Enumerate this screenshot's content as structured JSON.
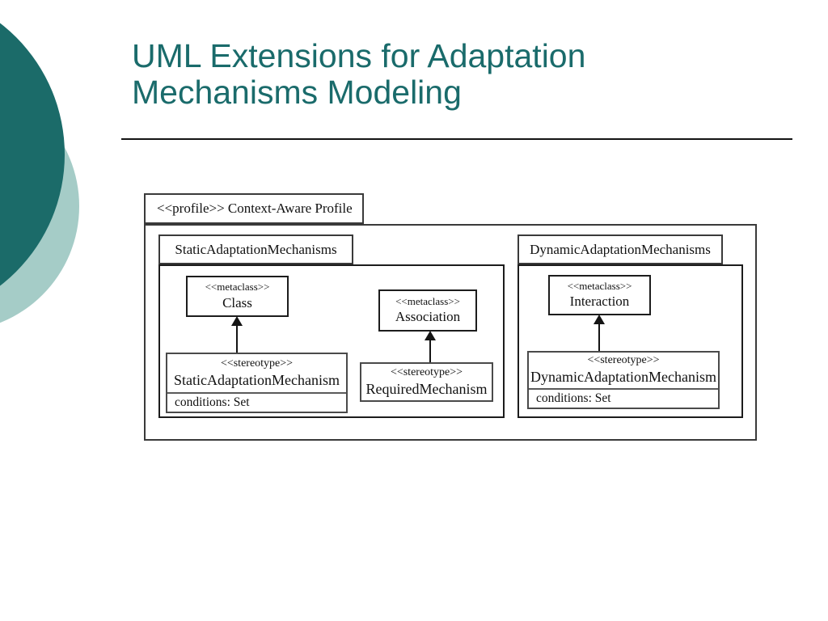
{
  "colors": {
    "accent_teal": "#1a6b6b",
    "circle_dark": "#1b6b69",
    "circle_light": "#a5ccc7",
    "line_color": "#141414"
  },
  "title": "UML Extensions for Adaptation Mechanisms Modeling",
  "diagram": {
    "profile": {
      "tab_label": "<<profile>> Context-Aware Profile"
    },
    "static_package": {
      "tab_label": "StaticAdaptationMechanisms",
      "class_box": {
        "keyword": "<<metaclass>>",
        "name": "Class"
      },
      "association_box": {
        "keyword": "<<metaclass>>",
        "name": "Association"
      },
      "static_mechanism_box": {
        "keyword": "<<stereotype>>",
        "name": "StaticAdaptationMechanism",
        "attributes": "conditions: Set"
      },
      "required_box": {
        "keyword": "<<stereotype>>",
        "name": "RequiredMechanism"
      }
    },
    "dynamic_package": {
      "tab_label": "DynamicAdaptationMechanisms",
      "interaction_box": {
        "keyword": "<<metaclass>>",
        "name": "Interaction"
      },
      "dynamic_mechanism_box": {
        "keyword": "<<stereotype>>",
        "name": "DynamicAdaptationMechanism",
        "attributes": "conditions: Set"
      }
    }
  }
}
